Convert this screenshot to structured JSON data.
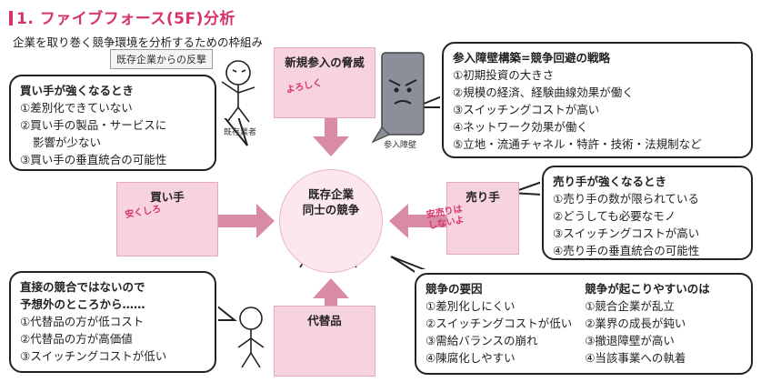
{
  "title": "1. ファイブフォース(5F)分析",
  "subtitle": "企業を取り巻く競争環境を分析するための枠組み",
  "existing_tag": "既存企業からの反撃",
  "existing_caption": "既存業者",
  "barrier_caption": "参入障壁",
  "center_label": [
    "既存企業",
    "同士の競争"
  ],
  "forces": {
    "new_entrants": {
      "label": "新規参入の脅威",
      "speech": "よろしく"
    },
    "buyers": {
      "label": "買い手",
      "speech": "安くしろ"
    },
    "suppliers": {
      "label": "売り手",
      "speech": [
        "安売りは",
        "しないよ"
      ]
    },
    "substitutes": {
      "label": "代替品"
    }
  },
  "barrier_box": {
    "title": "参入障壁構築=競争回避の戦略",
    "items": [
      "①初期投資の大きさ",
      "②規模の経済、経験曲線効果が働く",
      "③スイッチングコストが高い",
      "④ネットワーク効果が働く",
      "⑤立地・流通チャネル・特許・技術・法規制など"
    ]
  },
  "buyer_box": {
    "title": "買い手が強くなるとき",
    "items": [
      "①差別化できていない",
      "②買い手の製品・サービスに",
      "影響が少ない",
      "③買い手の垂直統合の可能性"
    ]
  },
  "supplier_box": {
    "title": "売り手が強くなるとき",
    "items": [
      "①売り手の数が限られている",
      "②どうしても必要なモノ",
      "③スイッチングコストが高い",
      "④売り手の垂直統合の可能性"
    ]
  },
  "substitute_box": {
    "title": [
      "直接の競合ではないので",
      "予想外のところから……"
    ],
    "items": [
      "①代替品の方が低コスト",
      "②代替品の方が高価値",
      "③スイッチングコストが低い"
    ]
  },
  "competition_box": {
    "factors_title": "競争の要因",
    "factors": [
      "①差別化しにくい",
      "②スイッチングコストが低い",
      "③需給バランスの崩れ",
      "④陳腐化しやすい"
    ],
    "likely_title": "競争が起こりやすいのは",
    "likely": [
      "①競合企業が乱立",
      "②業界の成長が鈍い",
      "③撤退障壁が高い",
      "④当該事業への執着"
    ]
  },
  "colors": {
    "accent": "#d6336c",
    "arrow": "#d98aa6",
    "box": "#f7d3df"
  }
}
